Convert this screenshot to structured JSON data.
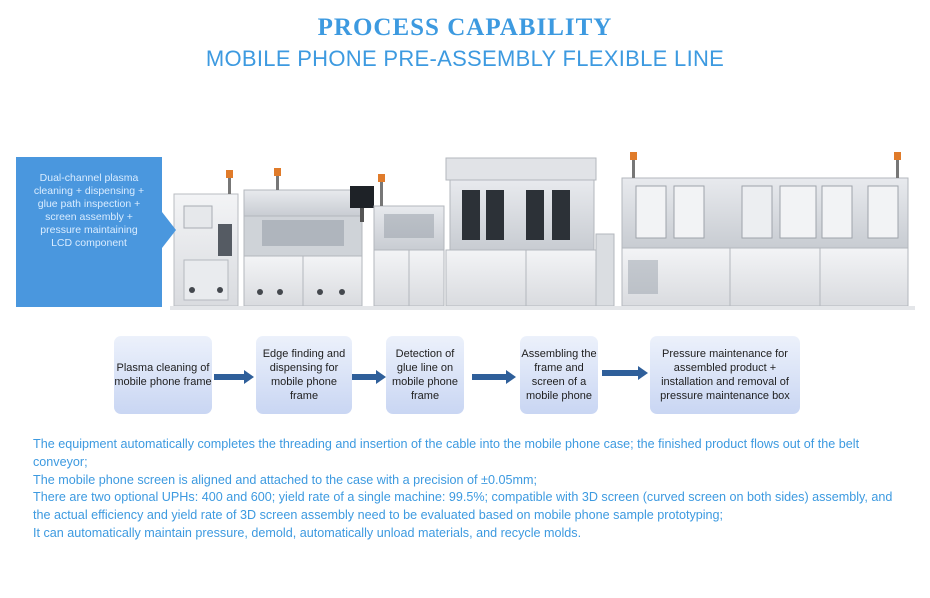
{
  "header": {
    "title": "PROCESS CAPABILITY",
    "subtitle": "MOBILE PHONE PRE-ASSEMBLY FLEXIBLE LINE"
  },
  "callout": {
    "text": "Dual-channel plasma cleaning + dispensing + glue path inspection + screen assembly + pressure maintaining LCD component"
  },
  "process_steps": [
    {
      "label": "Plasma cleaning of mobile phone frame"
    },
    {
      "label": "Edge finding and dispensing for mobile phone frame"
    },
    {
      "label": "Detection of glue line on mobile phone frame"
    },
    {
      "label": "Assembling the frame and screen of a mobile phone"
    },
    {
      "label": "Pressure maintenance for assembled product + installation and removal of pressure maintenance box"
    }
  ],
  "description": [
    "The equipment automatically completes the threading and insertion of the cable into the mobile phone case; the finished product flows out of the belt conveyor;",
    "The mobile phone screen is aligned and attached to the case with a precision of ±0.05mm;",
    "There are two optional UPHs: 400 and 600; yield rate of a single machine: 99.5%; compatible with 3D screen (curved screen on both sides) assembly, and the actual efficiency and yield rate of 3D screen assembly need to be evaluated based on mobile phone sample prototyping;",
    "It can automatically maintain pressure, demold, automatically unload materials, and recycle molds."
  ],
  "colors": {
    "accent": "#3d9ae0",
    "callout": "#4a97de",
    "arrow": "#2f5f9a",
    "step_box_top": "#ecf1fb",
    "step_box_bottom": "#c9d6f3"
  }
}
